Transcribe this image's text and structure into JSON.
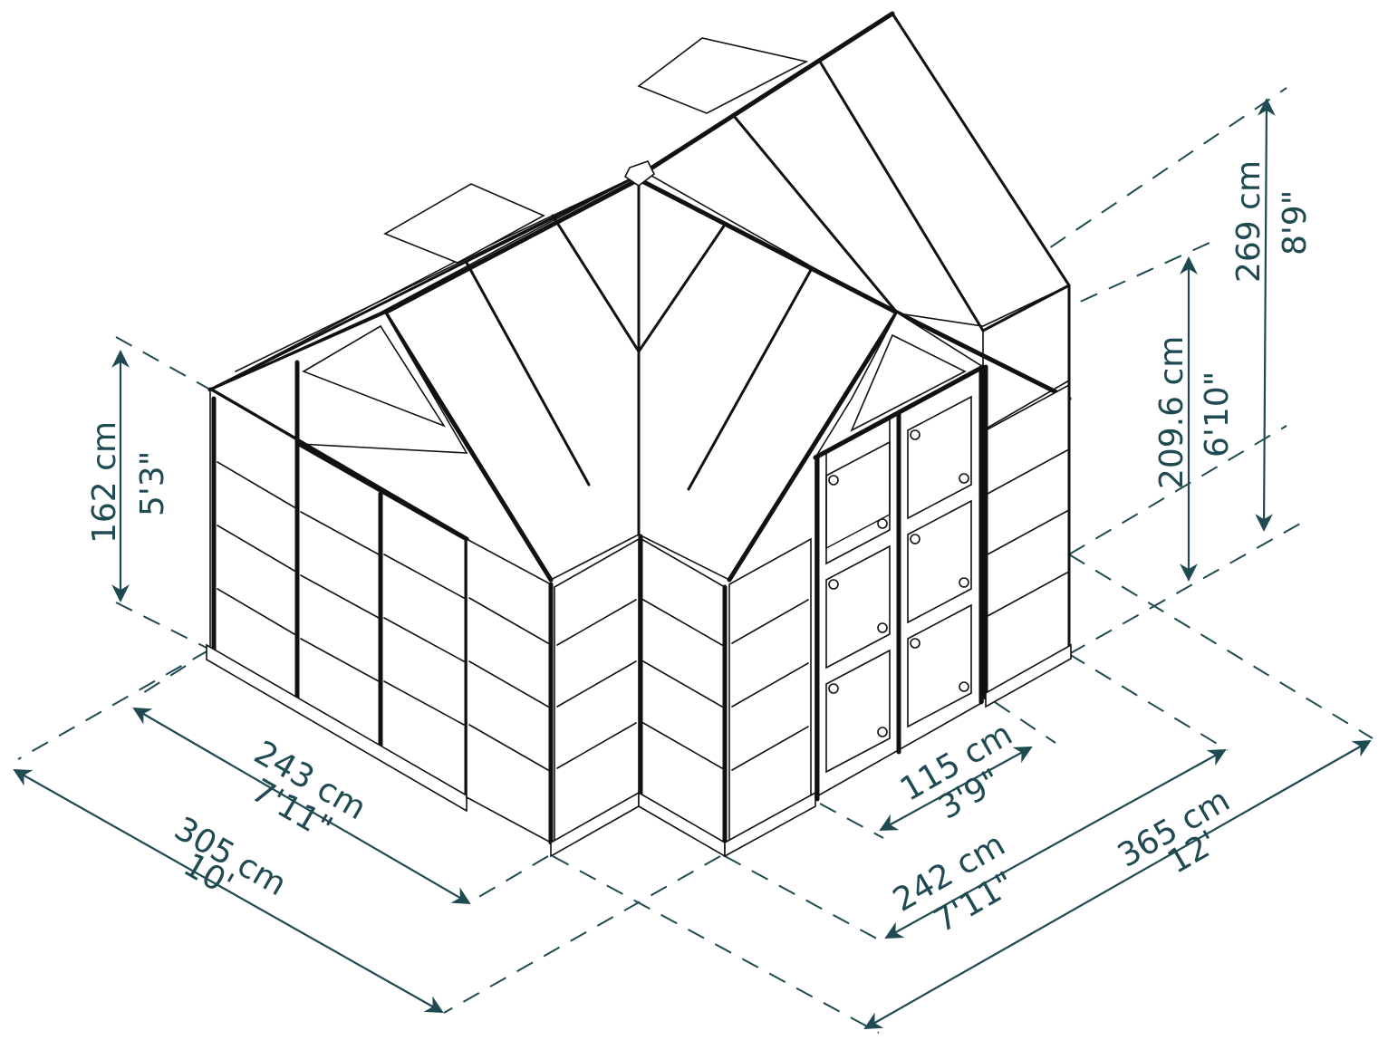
{
  "drawing": {
    "subject": "Greenhouse isometric dimension drawing",
    "accent_color": "#1f4a52",
    "line_color": "#111111"
  },
  "dimensions": {
    "eave_height": {
      "metric": "162 cm",
      "imperial": "5'3\""
    },
    "total_height": {
      "metric": "269 cm",
      "imperial": "8'9\""
    },
    "door_height": {
      "metric": "209.6 cm",
      "imperial": "6'10\""
    },
    "front_wing_width": {
      "metric": "243 cm",
      "imperial": "7'11\""
    },
    "total_depth": {
      "metric": "305 cm",
      "imperial": "10'"
    },
    "door_width": {
      "metric": "115 cm",
      "imperial": "3'9\""
    },
    "side_wing_width": {
      "metric": "242 cm",
      "imperial": "7'11\""
    },
    "total_width": {
      "metric": "365 cm",
      "imperial": "12'"
    }
  }
}
